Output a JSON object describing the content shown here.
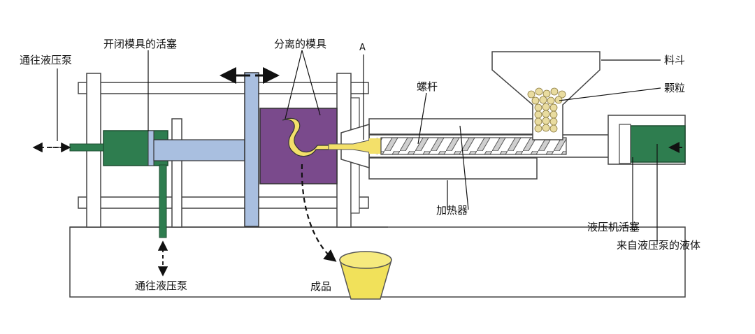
{
  "labels": {
    "pump_left": "通往液压泵",
    "closing_piston": "开闭模具的活塞",
    "split_mold": "分离的模具",
    "point_a": "A",
    "hopper": "料斗",
    "pellets": "颗粒",
    "screw": "螺杆",
    "heater": "加热器",
    "pump_bottom": "通往液压泵",
    "product": "成品",
    "hydraulic_piston": "液压机活塞",
    "fluid_from_pump": "来自液压泵的液体"
  },
  "colors": {
    "piston_green": "#2e7d4f",
    "frame_blue": "#a9bfe0",
    "mold_purple": "#7a4a8c",
    "melt_yellow": "#f3e06a",
    "pellet": "#e9dca0",
    "cup": "#f1e15a",
    "outline": "#333333"
  }
}
